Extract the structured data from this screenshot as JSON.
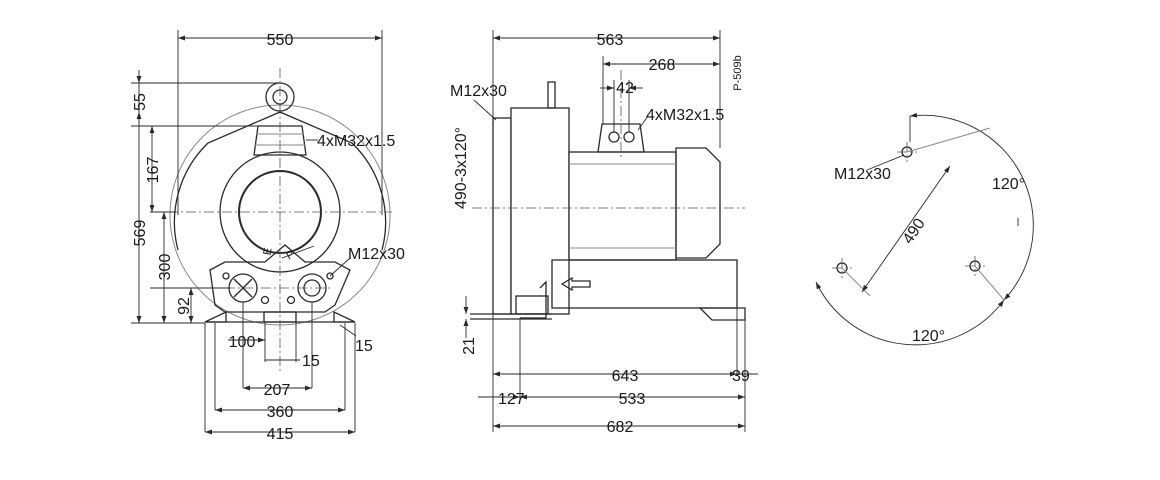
{
  "drawing_code": "P-509b",
  "front_view": {
    "width_overall": "550",
    "top_ring": "55",
    "flange_height": "167",
    "total_height": "569",
    "center_height": "300",
    "foot_height": "92",
    "port_thread": "4xM32x1.5",
    "lifting_thread": "M12x30",
    "port_letter_e": "E",
    "port_letter_p": "P",
    "foot_offset_100": "100",
    "foot_gap_15": "15",
    "foot_plate_15": "15",
    "span_207": "207",
    "span_360": "360",
    "span_415": "415"
  },
  "side_view": {
    "length_563": "563",
    "length_268": "268",
    "pitch_42": "42",
    "box_thread": "4xM32x1.5",
    "flange_thread": "M12x30",
    "bolt_circle": "490-3x120°",
    "base_height": "21",
    "length_643": "643",
    "length_39": "39",
    "length_127": "127",
    "length_533": "533",
    "length_682": "682"
  },
  "flange_pattern": {
    "thread": "M12x30",
    "diameter": "490",
    "angle_top": "120°",
    "angle_bottom": "120°"
  }
}
